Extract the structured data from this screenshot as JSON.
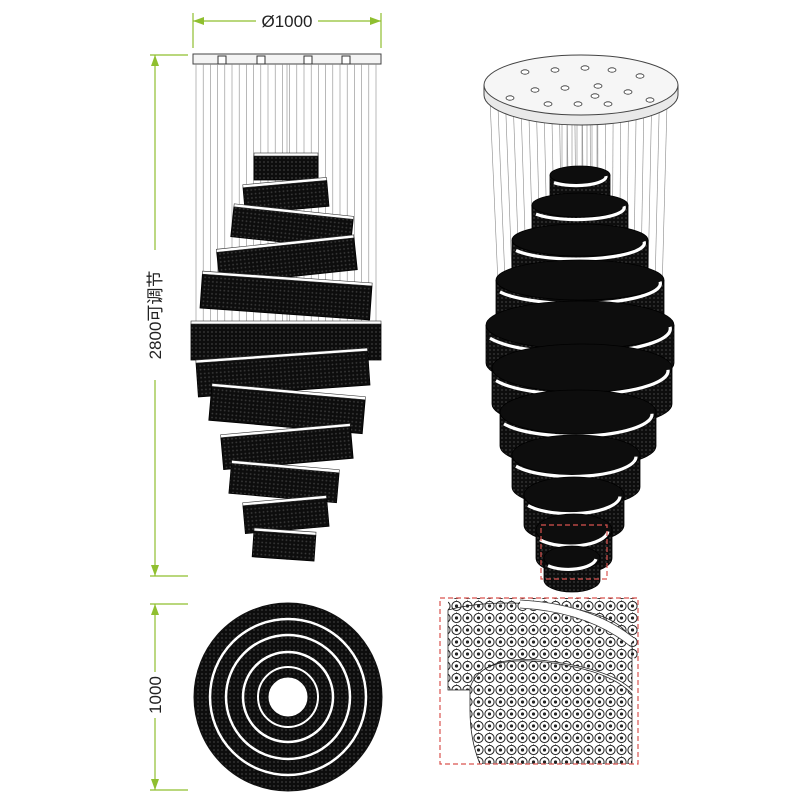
{
  "dimensions": {
    "diameter_label": "Ø1000",
    "height_label": "2800可调节",
    "plan_height_label": "1000"
  },
  "colors": {
    "dimension_line": "#8fbf2f",
    "crystal": "#111111",
    "detail_frame": "#d9534f",
    "wire": "#777777",
    "canopy_fill": "#f2f2f2"
  },
  "views": [
    "front-elevation",
    "perspective",
    "plan",
    "detail"
  ]
}
